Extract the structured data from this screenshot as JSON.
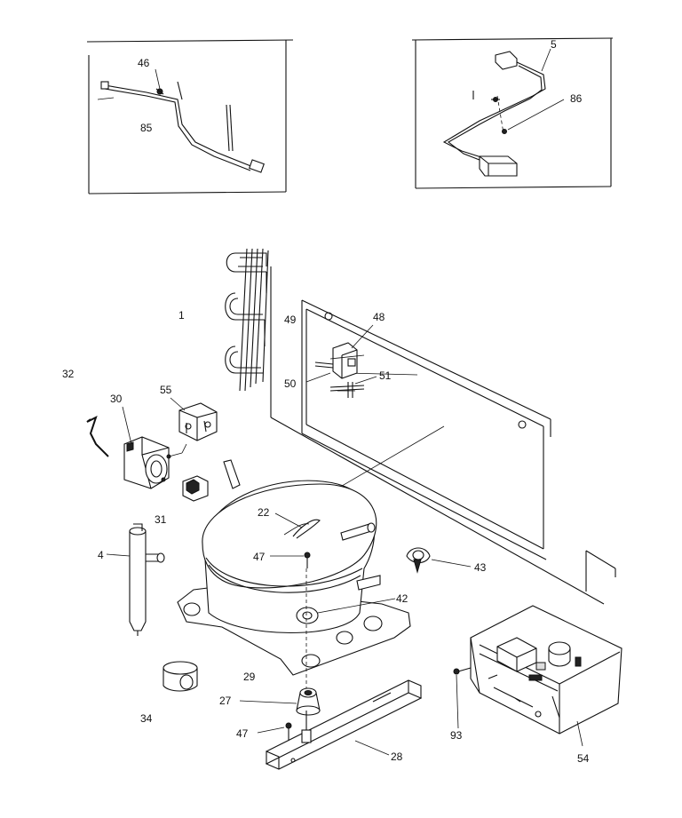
{
  "callouts": {
    "c1": "1",
    "c4": "4",
    "c5": "5",
    "c22": "22",
    "c27": "27",
    "c28": "28",
    "c29": "29",
    "c30": "30",
    "c31": "31",
    "c32": "32",
    "c34": "34",
    "c42": "42",
    "c43": "43",
    "c46": "46",
    "c47a": "47",
    "c47b": "47",
    "c48": "48",
    "c49": "49",
    "c50": "50",
    "c51": "51",
    "c54": "54",
    "c55": "55",
    "c85": "85",
    "c86": "86",
    "c93": "93"
  }
}
